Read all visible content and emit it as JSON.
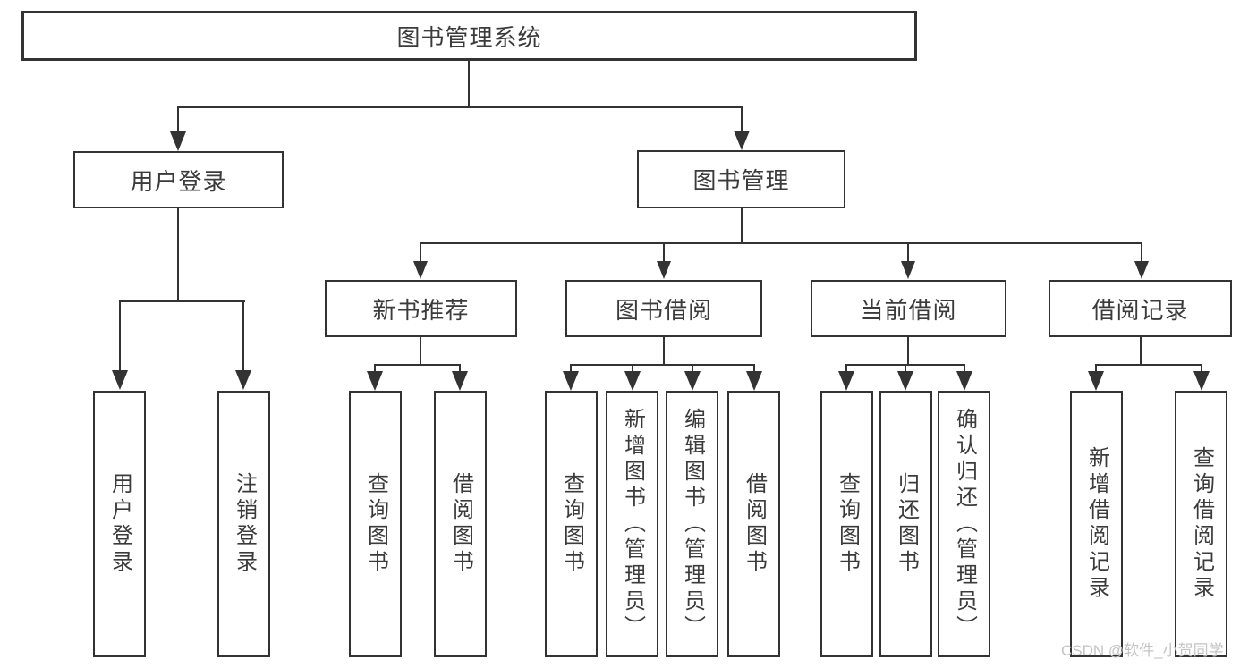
{
  "diagram": {
    "root": {
      "label": "图书管理系统"
    },
    "branches": [
      {
        "label": "用户登录",
        "leaves": [
          {
            "label": "用户登录"
          },
          {
            "label": "注销登录"
          }
        ]
      },
      {
        "label": "图书管理",
        "groups": [
          {
            "label": "新书推荐",
            "leaves": [
              {
                "label": "查询图书"
              },
              {
                "label": "借阅图书"
              }
            ]
          },
          {
            "label": "图书借阅",
            "leaves": [
              {
                "label": "查询图书"
              },
              {
                "label": "新增图书（管理员）"
              },
              {
                "label": "编辑图书（管理员）"
              },
              {
                "label": "借阅图书"
              }
            ]
          },
          {
            "label": "当前借阅",
            "leaves": [
              {
                "label": "查询图书"
              },
              {
                "label": "归还图书"
              },
              {
                "label": "确认归还（管理员）"
              }
            ]
          },
          {
            "label": "借阅记录",
            "leaves": [
              {
                "label": "新增借阅记录"
              },
              {
                "label": "查询借阅记录"
              }
            ]
          }
        ]
      }
    ]
  },
  "watermark": {
    "text": "CSDN @软件_小贺同学"
  },
  "colors": {
    "line": "#333333",
    "box_border": "#333333",
    "text": "#3b3b3b",
    "background": "#ffffff",
    "watermark": "#c3c3c3"
  }
}
